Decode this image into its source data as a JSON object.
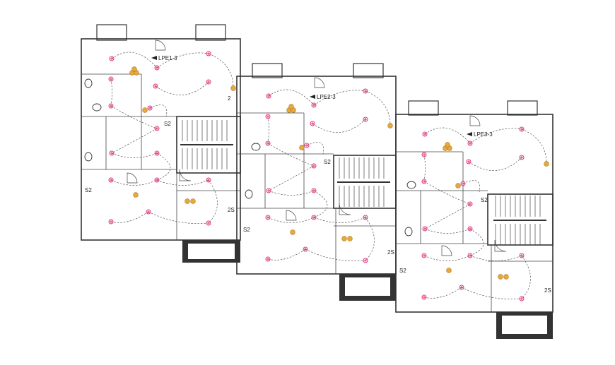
{
  "panels": [
    {
      "label": "LPE1-3"
    },
    {
      "label": "LPE2-3"
    },
    {
      "label": "LPE3-3"
    }
  ],
  "switch_labels": [
    "S2",
    "2",
    "2S"
  ],
  "colors": {
    "background": "#ffffff",
    "walls": "#333333",
    "light_point": "#e0307a",
    "fixture": "#e8a93a"
  },
  "icons": [
    "light-point-icon",
    "ceiling-fixture-icon",
    "switch-icon",
    "toilet-icon",
    "door-swing-icon",
    "stair-icon",
    "panel-arrow-icon"
  ]
}
